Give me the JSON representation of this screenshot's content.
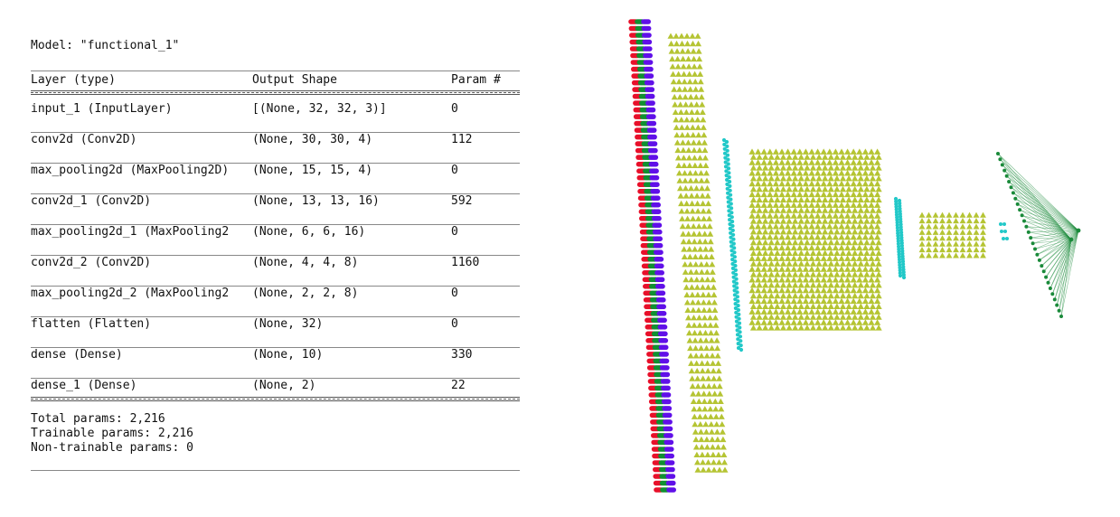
{
  "summary": {
    "model_line": "Model: \"functional_1\"",
    "headers": {
      "layer": "Layer (type)",
      "shape": "Output Shape",
      "params": "Param #"
    },
    "rows": [
      {
        "layer": "input_1 (InputLayer)",
        "shape": "[(None, 32, 32, 3)]",
        "params": "0"
      },
      {
        "layer": "conv2d (Conv2D)",
        "shape": "(None, 30, 30, 4)",
        "params": "112"
      },
      {
        "layer": "max_pooling2d (MaxPooling2D)",
        "shape": "(None, 15, 15, 4)",
        "params": "0"
      },
      {
        "layer": "conv2d_1 (Conv2D)",
        "shape": "(None, 13, 13, 16)",
        "params": "592"
      },
      {
        "layer": "max_pooling2d_1 (MaxPooling2",
        "shape": "(None, 6, 6, 16)",
        "params": "0"
      },
      {
        "layer": "conv2d_2 (Conv2D)",
        "shape": "(None, 4, 4, 8)",
        "params": "1160"
      },
      {
        "layer": "max_pooling2d_2 (MaxPooling2",
        "shape": "(None, 2, 2, 8)",
        "params": "0"
      },
      {
        "layer": "flatten (Flatten)",
        "shape": "(None, 32)",
        "params": "0"
      },
      {
        "layer": "dense (Dense)",
        "shape": "(None, 10)",
        "params": "330"
      },
      {
        "layer": "dense_1 (Dense)",
        "shape": "(None, 2)",
        "params": "22"
      }
    ],
    "totals": {
      "total": "Total params: 2,216",
      "trainable": "Trainable params: 2,216",
      "non_trainable": "Non-trainable params: 0"
    }
  },
  "visualization": {
    "layers": [
      {
        "name": "input-red",
        "color": "#e8102a",
        "shape": "circle"
      },
      {
        "name": "input-green",
        "color": "#109030",
        "shape": "circle"
      },
      {
        "name": "input-blue",
        "color": "#6010e8",
        "shape": "circle"
      },
      {
        "name": "conv2d",
        "color": "#b5c433",
        "shape": "triangle"
      },
      {
        "name": "max_pooling2d",
        "color": "#22c8c8",
        "shape": "circle"
      },
      {
        "name": "conv2d_1",
        "color": "#b5c433",
        "shape": "triangle"
      },
      {
        "name": "max_pooling2d_1",
        "color": "#22c8c8",
        "shape": "circle"
      },
      {
        "name": "conv2d_2",
        "color": "#b5c433",
        "shape": "triangle"
      },
      {
        "name": "max_pooling2d_2",
        "color": "#22c8c8",
        "shape": "circle"
      },
      {
        "name": "dense",
        "color": "#1a8a3a",
        "shape": "circle"
      },
      {
        "name": "dense_1",
        "color": "#1a8a3a",
        "shape": "circle"
      }
    ]
  }
}
